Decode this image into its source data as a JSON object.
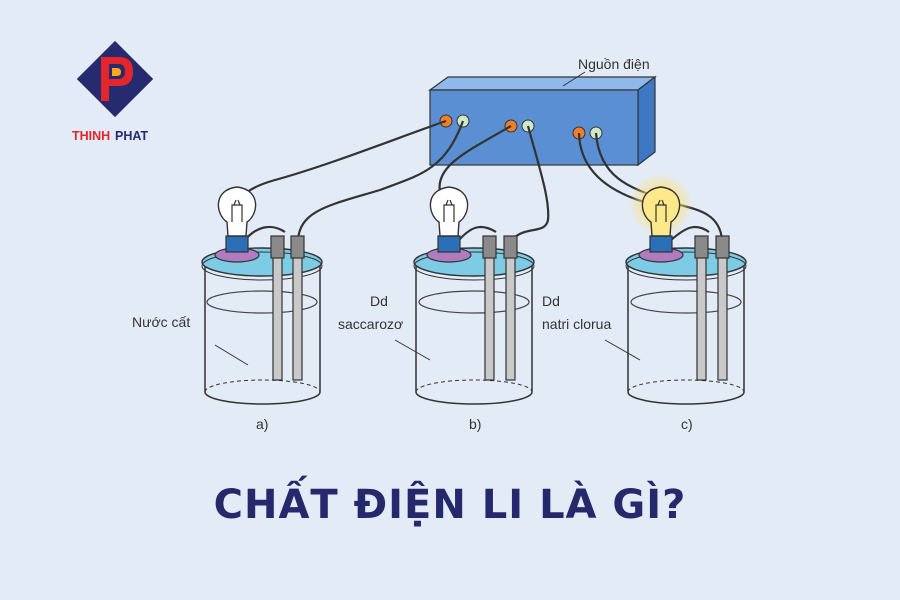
{
  "brand": {
    "name_part1": "THINH",
    "name_part2": "PHAT",
    "colors": {
      "navy": "#262a6f",
      "red": "#e3262b",
      "yellow": "#f7a81b"
    }
  },
  "diagram": {
    "power_source_label": "Nguồn điện",
    "cells": [
      {
        "id": "a",
        "caption": "a)",
        "liquid_label_line1": "Nước cất",
        "liquid_label_line2": "",
        "bulb_lit": false
      },
      {
        "id": "b",
        "caption": "b)",
        "liquid_label_line1": "Dd",
        "liquid_label_line2": "saccarozơ",
        "bulb_lit": false
      },
      {
        "id": "c",
        "caption": "c)",
        "liquid_label_line1": "Dd",
        "liquid_label_line2": "natri clorua",
        "bulb_lit": true
      }
    ]
  },
  "title": "CHẤT ĐIỆN LI LÀ GÌ?",
  "colors": {
    "background": "#e3ebf6",
    "box": "#5a8fd4",
    "lid": "#7ecbe6",
    "title": "#25296b"
  }
}
